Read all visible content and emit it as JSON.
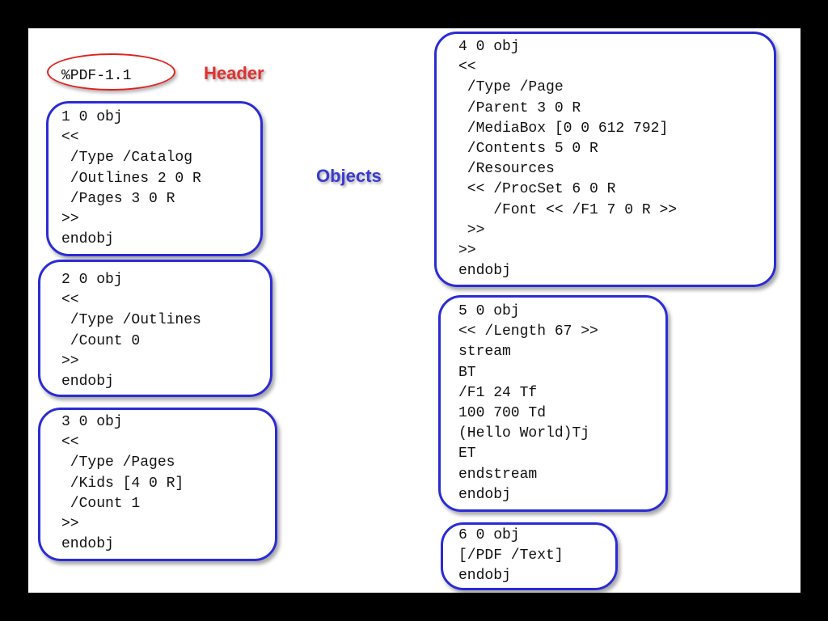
{
  "colors": {
    "header": "#e03030",
    "objects_label": "#3a3ad0",
    "object_border": "#2b2bd6",
    "header_border": "#e02020",
    "background": "#000000",
    "panel": "#ffffff"
  },
  "header": {
    "code": "%PDF-1.1",
    "label": "Header"
  },
  "objects_label": "Objects",
  "objects": [
    {
      "id": "1",
      "text": "1 0 obj\n<<\n /Type /Catalog\n /Outlines 2 0 R\n /Pages 3 0 R\n>>\nendobj"
    },
    {
      "id": "2",
      "text": "2 0 obj\n<<\n /Type /Outlines\n /Count 0\n>>\nendobj"
    },
    {
      "id": "3",
      "text": "3 0 obj\n<<\n /Type /Pages\n /Kids [4 0 R]\n /Count 1\n>>\nendobj"
    },
    {
      "id": "4",
      "text": "4 0 obj\n<<\n /Type /Page\n /Parent 3 0 R\n /MediaBox [0 0 612 792]\n /Contents 5 0 R\n /Resources\n << /ProcSet 6 0 R\n    /Font << /F1 7 0 R >>\n >>\n>>\nendobj"
    },
    {
      "id": "5",
      "text": "5 0 obj\n<< /Length 67 >>\nstream\nBT\n/F1 24 Tf\n100 700 Td\n(Hello World)Tj\nET\nendstream\nendobj"
    },
    {
      "id": "6",
      "text": "6 0 obj\n[/PDF /Text]\nendobj"
    }
  ]
}
